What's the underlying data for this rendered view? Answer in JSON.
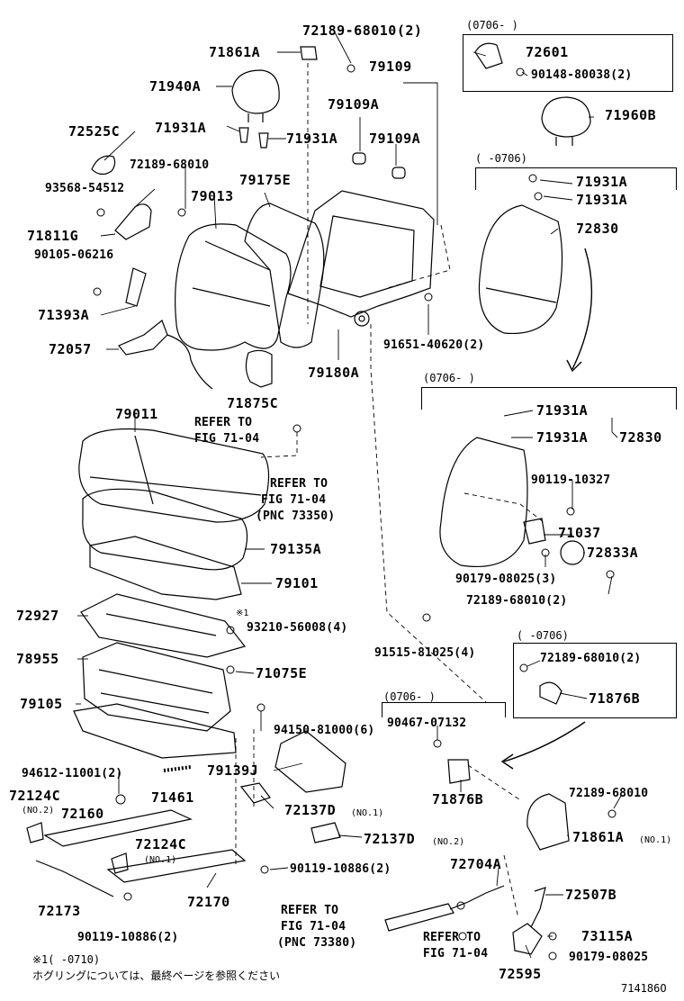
{
  "parts": {
    "p72189_68010_2_top": "72189-68010(2)",
    "p71861A_top": "71861A",
    "p79109": "79109",
    "p71940A": "71940A",
    "p79109A_1": "79109A",
    "p79109A_2": "79109A",
    "p72525C": "72525C",
    "p71931A_1": "71931A",
    "p71931A_2": "71931A",
    "p72189_68010_mid": "72189-68010",
    "p79175E": "79175E",
    "p93568_54512": "93568-54512",
    "p79013": "79013",
    "p71811G": "71811G",
    "p90105_06216": "90105-06216",
    "p71393A": "71393A",
    "p72057": "72057",
    "p71875C": "71875C",
    "p79180A": "79180A",
    "p91651_40620_2": "91651-40620(2)",
    "p79011": "79011",
    "p79135A": "79135A",
    "p79101": "79101",
    "p72927": "72927",
    "p93210_56008_4": "93210-56008(4)",
    "p78955": "78955",
    "p71075E": "71075E",
    "p79105": "79105",
    "p94150_81000_6": "94150-81000(6)",
    "p94612_11001_2": "94612-11001(2)",
    "p79139J": "79139J",
    "p72124C_1": "72124C",
    "p71461": "71461",
    "p72137D_1": "72137D",
    "p72160": "72160",
    "p72137D_2": "72137D",
    "p72124C_2": "72124C",
    "p72173": "72173",
    "p90119_10886_2_a": "90119-10886(2)",
    "p72170": "72170",
    "p90119_10886_2_b": "90119-10886(2)",
    "p91515_81025_4": "91515-81025(4)",
    "p72704A": "72704A",
    "p72507B": "72507B",
    "p73115A": "73115A",
    "p90179_08025_b": "90179-08025",
    "p72595": "72595",
    "p90467_07132": "90467-07132",
    "p71876B_1": "71876B",
    "p72189_68010_right": "72189-68010",
    "p71861A_2": "71861A",
    "p72189_68010_2_box": "72189-68010(2)",
    "p71876B_2": "71876B",
    "p72601": "72601",
    "p90148_80038_2": "90148-80038(2)",
    "p71960B": "71960B",
    "p71931A_3": "71931A",
    "p71931A_4": "71931A",
    "p72830_1": "72830",
    "p71931A_5": "71931A",
    "p71931A_6": "71931A",
    "p72830_2": "72830",
    "p90119_10327": "90119-10327",
    "p71037": "71037",
    "p72833A": "72833A",
    "p90179_08025_3": "90179-08025(3)",
    "p72189_68010_2_c": "72189-68010(2)"
  },
  "notes": {
    "no1_a": "(NO.1)",
    "no2_a": "(NO.2)",
    "no2_b": "(NO.2)",
    "no1_b": "(NO.1)",
    "no1_c": "(NO.1)",
    "star1_mark": "※1",
    "star1_text": "※1(     -0710)",
    "footnote_jp": "ホグリングについては、最終ページを参照ください",
    "figure_id": "714186O"
  },
  "refs": {
    "refer1_l1": "REFER TO",
    "refer1_l2": "FIG 71-04",
    "refer2_l1": "REFER TO",
    "refer2_l2": "FIG 71-04",
    "refer2_l3": "(PNC 73350)",
    "refer3_l1": "REFER TO",
    "refer3_l2": "FIG 71-04",
    "refer3_l3": "(PNC 73380)",
    "refer4_l1": "REFER TO",
    "refer4_l2": "FIG 71-04"
  },
  "periods": {
    "from_0706_a": "(0706-     )",
    "to_0706_a": "(     -0706)",
    "from_0706_b": "(0706-     )",
    "to_0706_b": "(     -0706)",
    "from_0706_c": "(0706-     )"
  }
}
